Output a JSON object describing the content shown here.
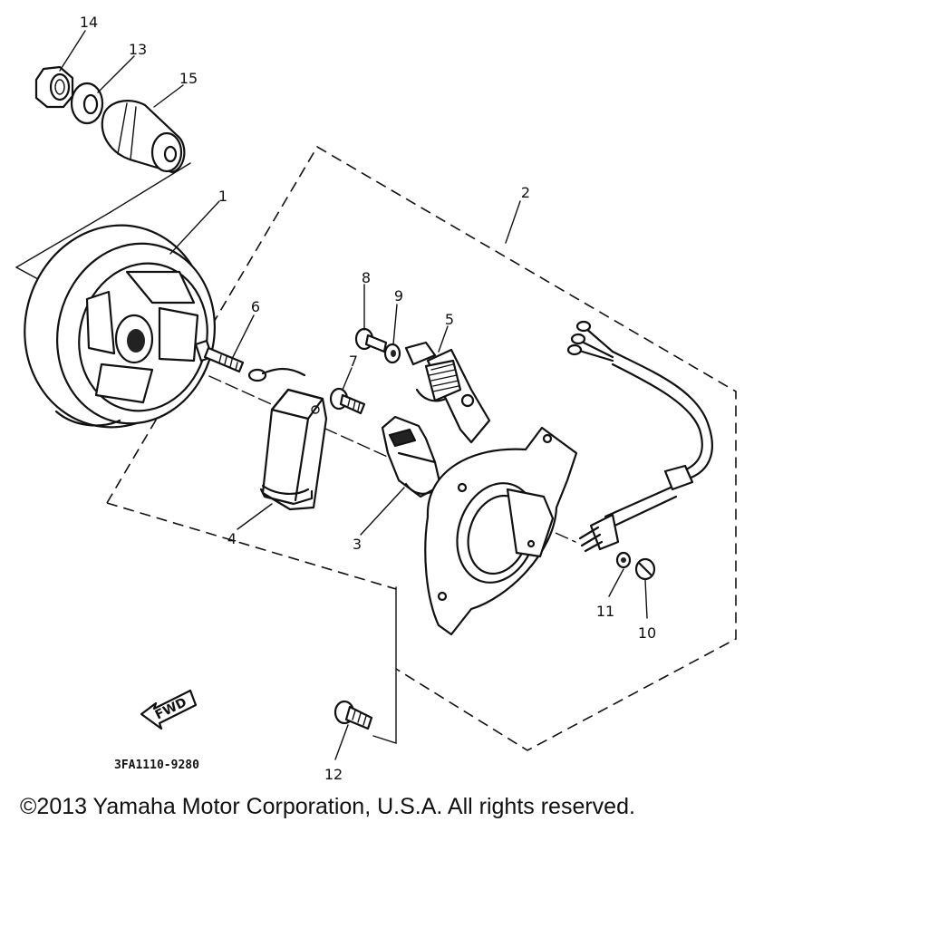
{
  "callouts": [
    "14",
    "13",
    "15",
    "1",
    "2",
    "6",
    "8",
    "9",
    "5",
    "7",
    "4",
    "3",
    "11",
    "10",
    "12"
  ],
  "fwd_label": "FWD",
  "diagram_code": "3FA1110-9280",
  "copyright": "©2013 Yamaha Motor Corporation, U.S.A. All rights reserved."
}
